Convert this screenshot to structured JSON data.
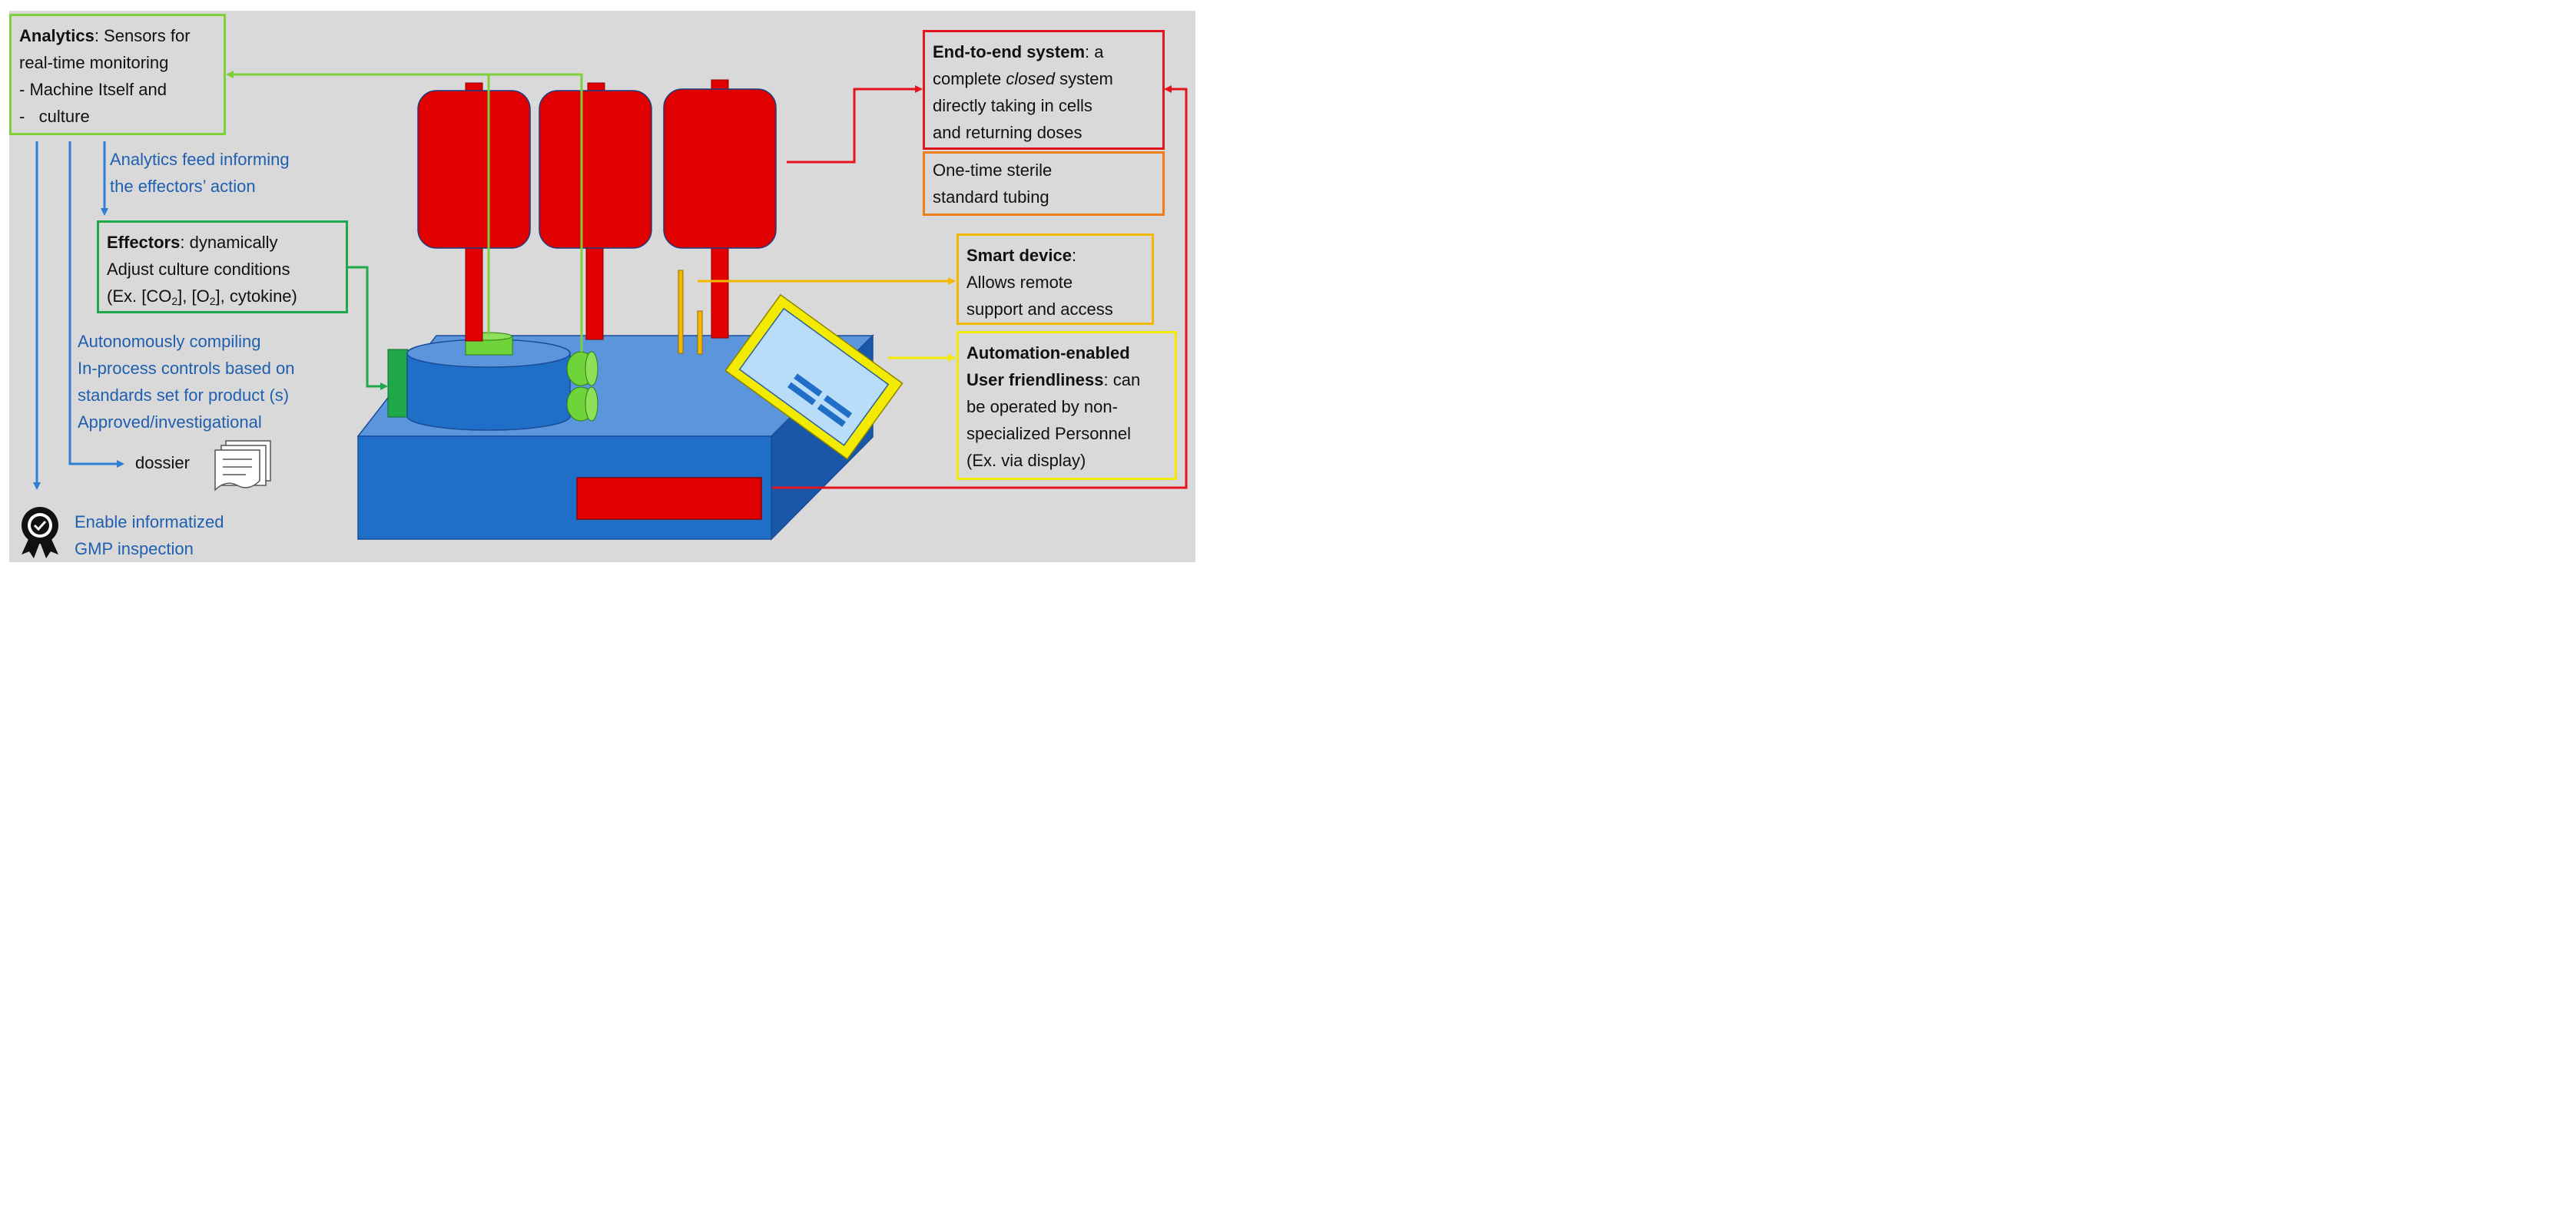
{
  "analytics": {
    "title": "Analytics",
    "rest": ": Sensors for",
    "line2": "real-time monitoring",
    "line3": "- Machine Itself and",
    "line4": "-   culture"
  },
  "feed_note": {
    "line1": "Analytics feed informing",
    "line2": "the effectors’ action"
  },
  "effectors": {
    "title": "Effectors",
    "rest": ": dynamically",
    "line2": "Adjust culture conditions",
    "line3_a": "(Ex. [CO",
    "line3_b": "2",
    "line3_c": "], [O",
    "line3_d": "2",
    "line3_e": "], cytokine)"
  },
  "autonomous_note": {
    "line1": "Autonomously compiling",
    "line2": "In-process controls based on",
    "line3": "standards set for product (s)",
    "line4": "Approved/investigational"
  },
  "dossier_label": "dossier",
  "gmp_note": {
    "line1": "Enable informatized",
    "line2": "GMP inspection"
  },
  "end_to_end": {
    "title": "End-to-end system",
    "rest_a": ": a",
    "line2_a": "complete ",
    "line2_em": "closed",
    "line2_b": " system",
    "line3": "directly taking in cells",
    "line4": "and returning doses"
  },
  "tubing": {
    "line1": "One-time sterile",
    "line2": "standard tubing"
  },
  "smart": {
    "title": "Smart device",
    "rest": ":",
    "line2": "Allows remote",
    "line3": "support and access"
  },
  "automation": {
    "title": "Automation-enabled",
    "title2": "User friendliness",
    "rest": ": can",
    "line3": "be operated by non-",
    "line4": "specialized Personnel",
    "line5": "(Ex. via display)"
  },
  "colors": {
    "panel": "#d9d9d9",
    "analytics_border": "#7fcf3a",
    "effectors_border": "#1fa84a",
    "end_to_end_border": "#e3141c",
    "tubing_border": "#ef7d1a",
    "smart_border": "#f5b800",
    "automation_border": "#f2ea00",
    "note_text": "#1f5fb0",
    "machine_blue": "#1f6fc8",
    "bag_red": "#e00000",
    "connector_green": "#6fd33a"
  },
  "icons": [
    "document-stack-icon",
    "certified-badge-icon"
  ]
}
